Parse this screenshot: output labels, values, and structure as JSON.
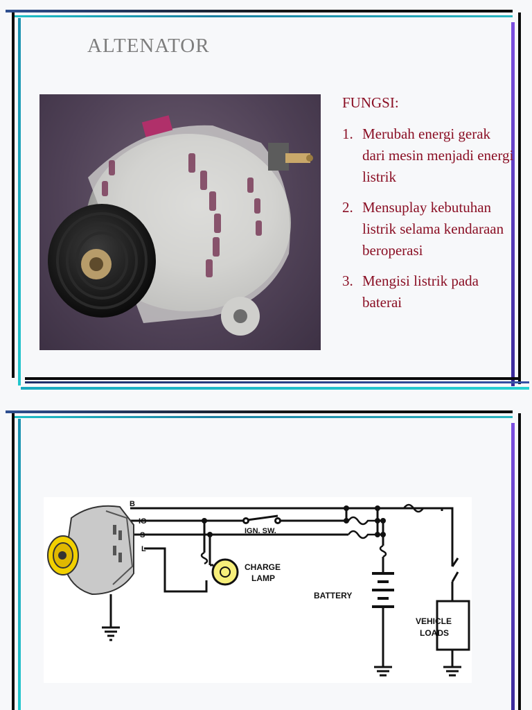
{
  "slide1": {
    "title": "ALTENATOR",
    "fungsi_heading": "FUNGSI:",
    "items": [
      {
        "num": "1.",
        "text": "Merubah energi gerak dari mesin menjadi energi listrik"
      },
      {
        "num": "2.",
        "text": "Mensuplay kebutuhan listrik selama kendaraan beroperasi"
      },
      {
        "num": "3.",
        "text": "Mengisi listrik pada baterai"
      }
    ]
  },
  "diagram": {
    "terminal_b": "B",
    "terminal_ig": "IG",
    "terminal_s": "S",
    "terminal_l": "L",
    "ign_sw": "IGN. SW.",
    "charge": "CHARGE",
    "lamp": "LAMP",
    "battery": "BATTERY",
    "vehicle": "VEHICLE",
    "loads": "LOADS"
  },
  "colors": {
    "text_red": "#8a0f24",
    "title_gray": "#7d7d7d",
    "frame_dark": "#0a0a0a",
    "frame_teal": "#21c6c9",
    "frame_navy": "#283a7a",
    "frame_purple": "#6a3fd8"
  }
}
